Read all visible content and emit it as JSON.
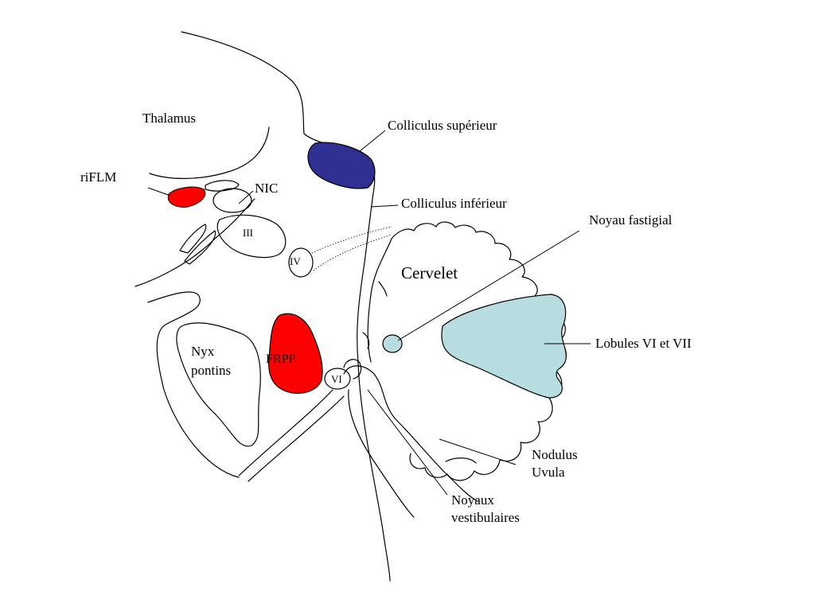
{
  "colors": {
    "background": "#ffffff",
    "outline": "#000000",
    "red_structure": "#ff0000",
    "blue_structure": "#303092",
    "cyan_structure": "#b8dde0"
  },
  "labels": {
    "thalamus": "Thalamus",
    "riflm": "riFLM",
    "nic": "NIC",
    "nucleus_iii": "III",
    "nucleus_iv": "IV",
    "colliculus_superieur": "Colliculus supérieur",
    "colliculus_inferieur": "Colliculus inférieur",
    "noyau_fastigial": "Noyau fastigial",
    "cervelet": "Cervelet",
    "lobules": "Lobules VI et VII",
    "nyx_line1": "Nyx",
    "nyx_line2": "pontins",
    "frpp": "FRPP",
    "nucleus_vi": "VI",
    "nodulus": "Nodulus",
    "uvula": "Uvula",
    "noyaux_line1": "Noyaux",
    "noyaux_line2": "vestibulaires"
  }
}
